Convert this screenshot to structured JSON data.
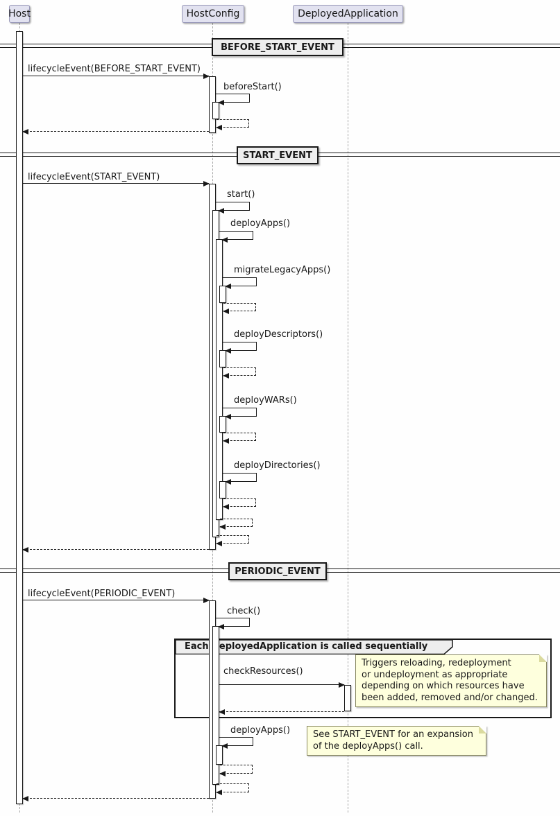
{
  "participants": [
    {
      "label": "Host"
    },
    {
      "label": "HostConfig"
    },
    {
      "label": "DeployedApplication"
    }
  ],
  "dividers": [
    {
      "label": "BEFORE_START_EVENT"
    },
    {
      "label": "START_EVENT"
    },
    {
      "label": "PERIODIC_EVENT"
    }
  ],
  "messages": [
    {
      "label": "lifecycleEvent(BEFORE_START_EVENT)"
    },
    {
      "label": "beforeStart()"
    },
    {
      "label": "lifecycleEvent(START_EVENT)"
    },
    {
      "label": "start()"
    },
    {
      "label": "deployApps()"
    },
    {
      "label": "migrateLegacyApps()"
    },
    {
      "label": "deployDescriptors()"
    },
    {
      "label": "deployWARs()"
    },
    {
      "label": "deployDirectories()"
    },
    {
      "label": "lifecycleEvent(PERIODIC_EVENT)"
    },
    {
      "label": "check()"
    },
    {
      "label": "checkResources()"
    },
    {
      "label": "deployApps()"
    }
  ],
  "group": {
    "label": "Each DeployedApplication is called sequentially"
  },
  "notes": [
    {
      "lines": [
        "Triggers reloading, redeployment",
        "or undeployment as appropriate",
        "depending on which resources have",
        "been added, removed and/or changed."
      ]
    },
    {
      "lines": [
        "See START_EVENT for an expansion",
        "of the deployApps() call."
      ]
    }
  ],
  "colors": {
    "participant_fill": "#E2E2F0",
    "participant_border": "#9898B8",
    "note_fill": "#FEFFDD",
    "note_border": "#86865F",
    "panel_fill": "#EEEEEE",
    "line": "#181818",
    "lifeline": "#A8A8A8"
  }
}
